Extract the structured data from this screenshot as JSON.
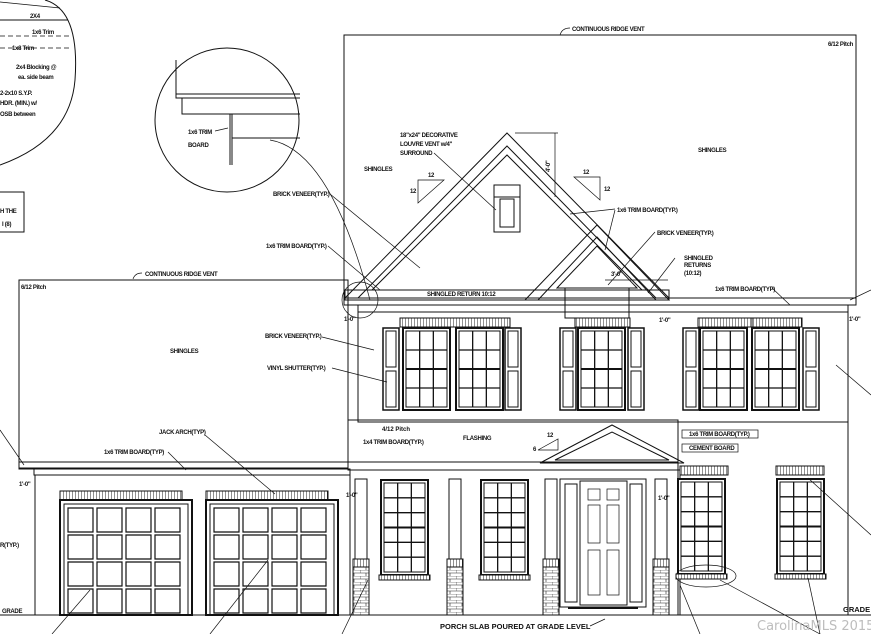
{
  "drawing": {
    "detail_left": {
      "lines": [
        "2X4",
        "1x6 Trim",
        "1x8 Trim",
        "2x4 Blocking @",
        "ea. side beam",
        "2-2x10 S.Y.P.",
        "HDR. (MIN.) w/",
        "OSB between"
      ]
    },
    "detail_right": {
      "label_1": "1x6 TRIM",
      "label_2": "BOARD"
    },
    "note_box": {
      "line_1": "H THE",
      "line_2": "I (8)"
    },
    "labels": {
      "ridge_vent_upper": "CONTINUOUS RIDGE VENT",
      "pitch_upper": "6/12 Pitch",
      "ridge_vent_lower": "CONTINUOUS RIDGE VENT",
      "pitch_lower": "6/12 Pitch",
      "louvre_1": "18\"x24\" DECORATIVE",
      "louvre_2": "LOUVRE VENT w/4\"",
      "louvre_3": "SURROUND",
      "shingles_1": "SHINGLES",
      "shingles_2": "SHINGLES",
      "shingles_3": "SHINGLES",
      "brick_veneer_1": "BRICK VENEER(TYP.)",
      "brick_veneer_2": "BRICK VENEER(TYP.)",
      "brick_veneer_3": "BRICK VENEER(TYP.)",
      "trim_board_1": "1x6 TRIM BOARD(TYP.)",
      "trim_board_2": "1x6 TRIM BOARD(TYP.)",
      "trim_board_3": "1x6 TRIM BOARD(TYP)",
      "trim_board_4": "1x6 TRIM BOARD(TYP)",
      "trim_board_5": "1x4 TRIM BOARD(TYP.)",
      "trim_board_6": "1x6 TRIM BOARD(TYP.)",
      "shingled_return": "SHINGLED RETURN 10:12",
      "shingled_returns_1": "SHINGLED",
      "shingled_returns_2": "RETURNS",
      "shingled_returns_3": "(10:12)",
      "vinyl_shutter": "VINYL SHUTTER(TYP.)",
      "jack_arch": "JACK ARCH(TYP)",
      "porch_pitch": "4/12 Pitch",
      "flashing": "FLASHING",
      "cement_board": "CEMENT BOARD",
      "porch_slab": "PORCH SLAB POURED AT GRADE LEVEL",
      "grade_left": "GRADE",
      "grade_right": "GRADE",
      "edge_left": "R(TYP.)",
      "dim_4ft": "4'-0\"",
      "dim_3ft": "3'-0\"",
      "dim_1ft_a": "1'-0\"",
      "dim_1ft_b": "1'-0\"",
      "dim_1ft_c": "1'-0\"",
      "dim_1ft_d": "1'-0\"",
      "dim_1ft_e": "1'-0\"",
      "dim_1ft_f": "1'-0\"",
      "pitch_12_a": "12",
      "pitch_12_b": "12",
      "pitch_12_c": "12",
      "pitch_12_d": "12",
      "pitch_12_e": "12",
      "pitch_6": "6"
    },
    "watermark": "CarolinaMLS 2015"
  }
}
